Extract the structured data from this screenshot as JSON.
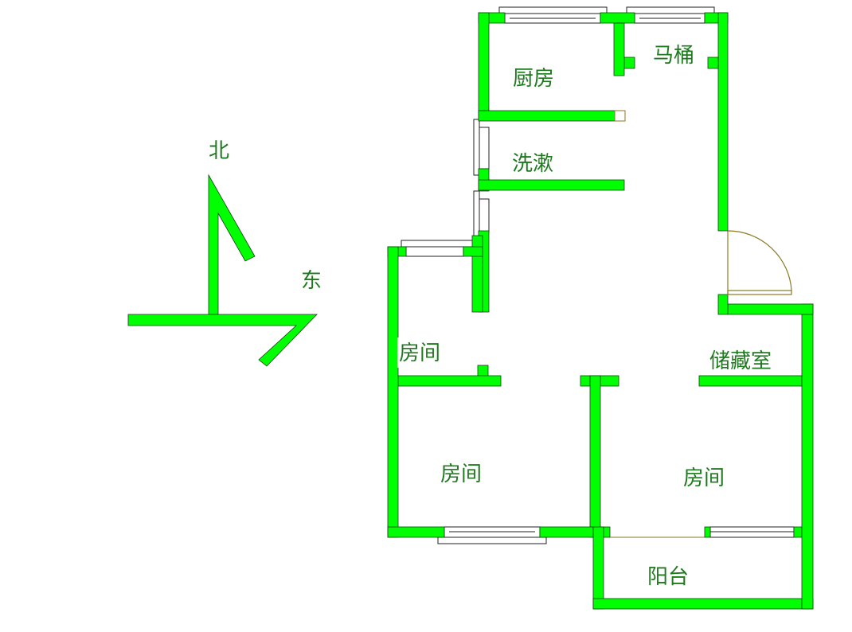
{
  "colors": {
    "wall": "#00ff00",
    "label": "#1f7a1f",
    "door": "#8a7a20"
  },
  "compass": {
    "north": "北",
    "east": "东"
  },
  "rooms": {
    "kitchen": "厨房",
    "toilet": "马桶",
    "washroom": "洗漱",
    "room_small": "房间",
    "storage": "储藏室",
    "room_left": "房间",
    "room_right": "房间",
    "balcony": "阳台"
  }
}
